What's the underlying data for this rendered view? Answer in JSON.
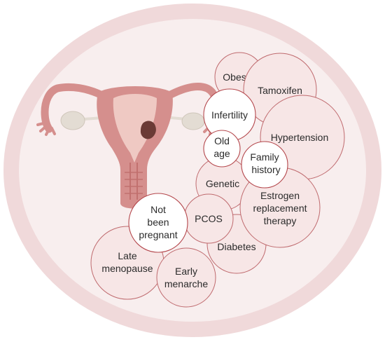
{
  "colors": {
    "outer_ring": "#f0d9da",
    "inner_fill": "#f8eeee",
    "bubble_fill": "#f7e6e6",
    "bubble_white": "#ffffff",
    "bubble_stroke": "#bf6a6e",
    "uterus_pink": "#d58f8d",
    "uterus_light": "#efc9c3",
    "tumor": "#6b3a35",
    "ovary": "#e3dcd3",
    "text": "#2b2b2b"
  },
  "illustration": {
    "uterus_icon": "uterus-with-tumor-icon"
  },
  "risk_factors": {
    "obesity": "Obesity",
    "tamoxifen": "Tamoxifen",
    "infertility": "Infertility",
    "hypertension": "Hypertension",
    "old_age": [
      "Old",
      "age"
    ],
    "family_history": [
      "Family",
      "history"
    ],
    "genetic": "Genetic",
    "estrogen_replacement": [
      "Estrogen",
      "replacement",
      "therapy"
    ],
    "not_pregnant": [
      "Not",
      "been",
      "pregnant"
    ],
    "pcos": "PCOS",
    "diabetes": "Diabetes",
    "late_menopause": [
      "Late",
      "menopause"
    ],
    "early_menarche": [
      "Early",
      "menarche"
    ]
  }
}
